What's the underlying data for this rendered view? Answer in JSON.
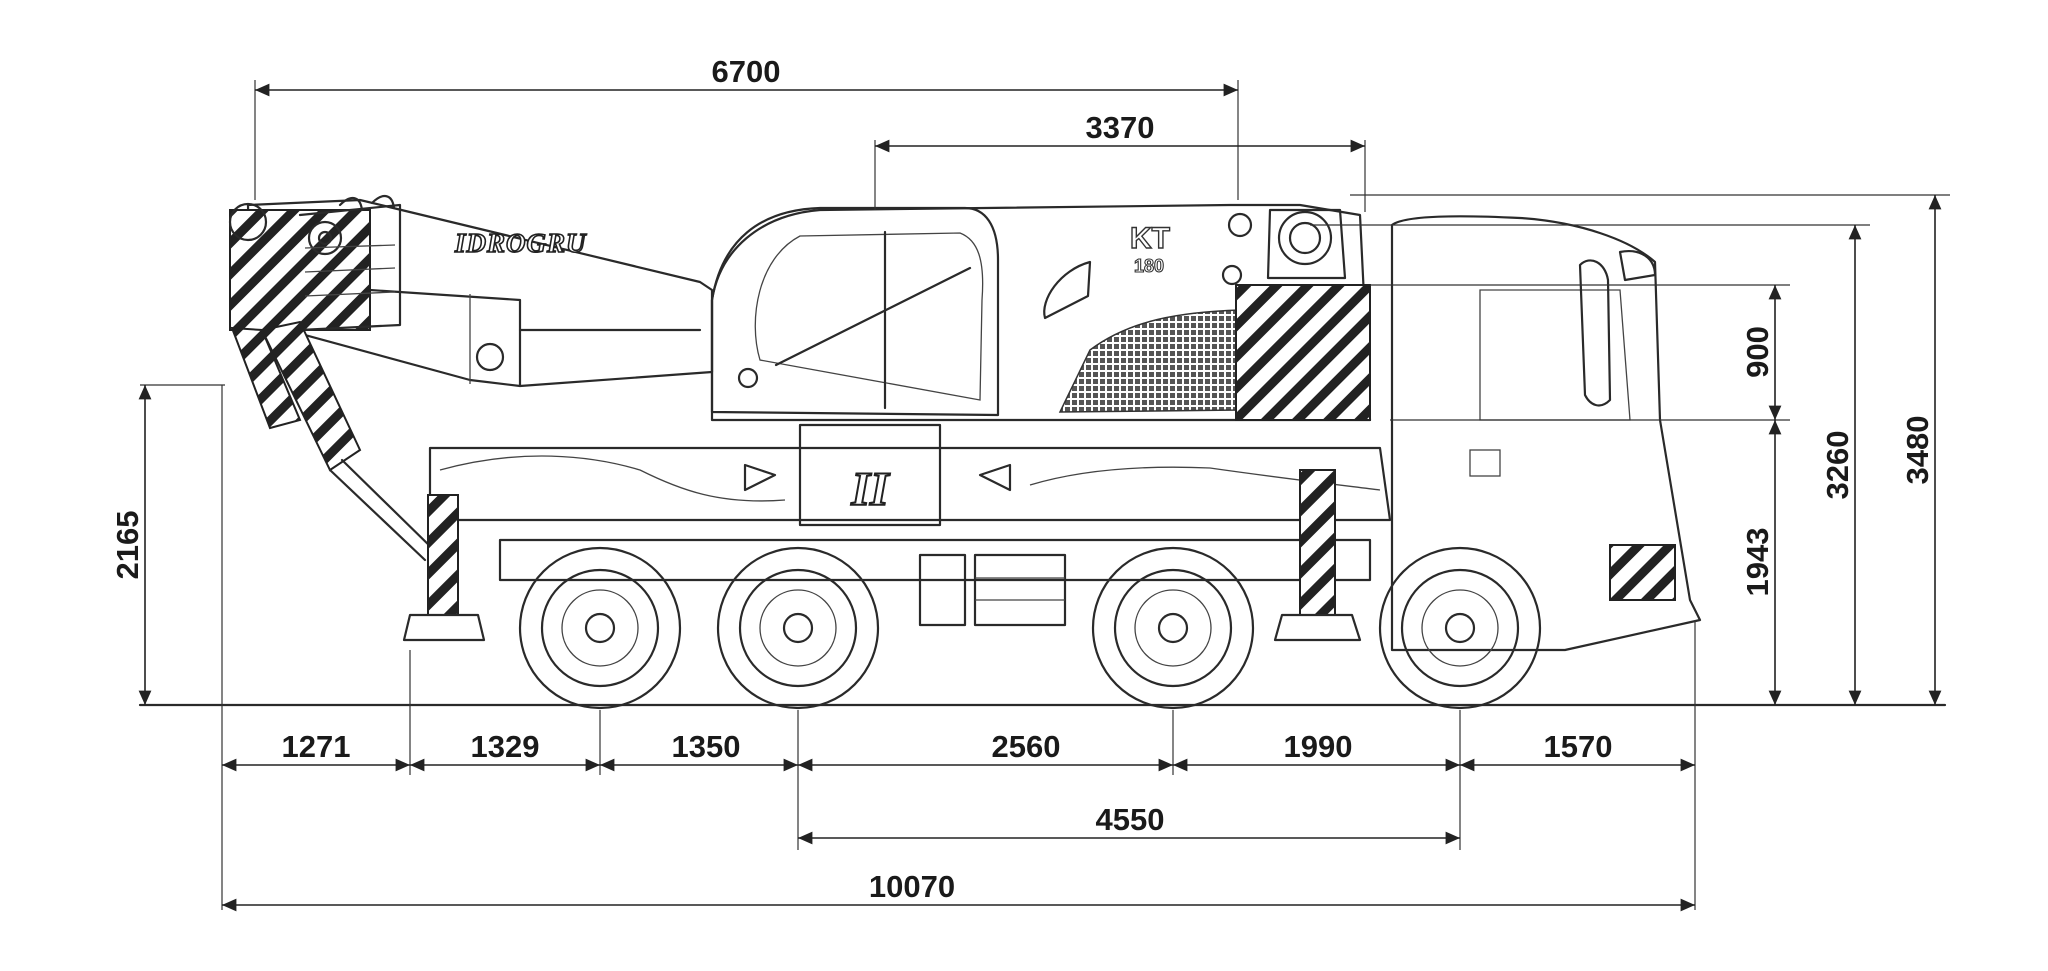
{
  "brand": {
    "logo_text": "IDROGRU",
    "model_text": "KT",
    "model_number": "180"
  },
  "dimensions": {
    "boom_reach": "6700",
    "cab_span": "3370",
    "height_small": "900",
    "height_mid": "3260",
    "height_total": "3480",
    "height_chassis": "1943",
    "height_front": "2165",
    "seg_1": "1271",
    "seg_2": "1329",
    "seg_3": "1350",
    "seg_4": "2560",
    "seg_5": "1990",
    "seg_6": "1570",
    "wheelbase_span": "4550",
    "overall_length": "10070"
  }
}
